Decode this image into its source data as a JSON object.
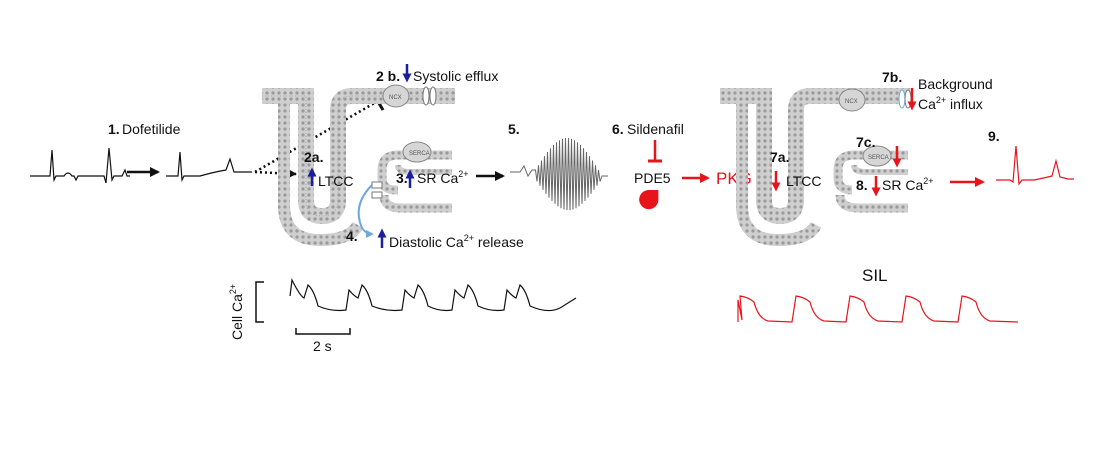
{
  "colors": {
    "accent_red": "#e8141b",
    "arrow_blue": "#1b1f9c",
    "membrane_gray": "#c8c8c8",
    "trace_black": "#111111"
  },
  "left": {
    "step1_num": "1.",
    "step1_label": "Dofetilide",
    "step2b_num": "2 b.",
    "step2b_label": "Systolic efflux",
    "step2a_num": "2a.",
    "step2a_label": "LTCC",
    "step3_num": "3.",
    "step3_label": "SR Ca",
    "step3_sup": "2+",
    "step4_num": "4.",
    "step4_label": "Diastolic Ca",
    "step4_sup": "2+",
    "step4_tail": " release",
    "step5_num": "5.",
    "ncx": "NCX",
    "serca": "SERCA",
    "ca_ylabel": "Cell Ca",
    "ca_ysup": "2+",
    "scale_label": "2 s"
  },
  "right": {
    "step6_num": "6.",
    "step6_label": "Sildenafil",
    "pde5": "PDE5",
    "pkg": "PKG",
    "step7a_num": "7a.",
    "step7a_label": "LTCC",
    "step7b_num": "7b.",
    "step7b_label1": "Background",
    "step7b_label2": "Ca",
    "step7b_sup": "2+",
    "step7b_tail": " influx",
    "step7c_num": "7c.",
    "step8_num": "8.",
    "step8_label": "SR Ca",
    "step8_sup": "2+",
    "step9_num": "9.",
    "ncx": "NCX",
    "serca": "SERCA",
    "sil_label": "SIL"
  }
}
